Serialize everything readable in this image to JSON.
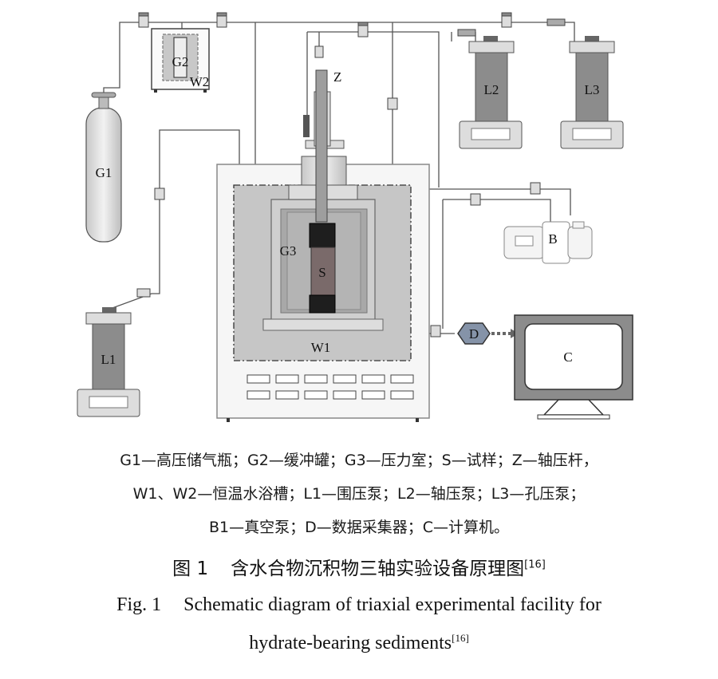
{
  "labels": {
    "G1": "G1",
    "G2": "G2",
    "W2": "W2",
    "Z": "Z",
    "L1": "L1",
    "L2": "L2",
    "L3": "L3",
    "G3": "G3",
    "S": "S",
    "W1": "W1",
    "B": "B",
    "D": "D",
    "C": "C"
  },
  "legend": [
    "G1—高压储气瓶；G2—缓冲罐；G3—压力室；S—试样；Z—轴压杆，",
    "W1、W2—恒温水浴槽；L1—围压泵；L2—轴压泵；L3—孔压泵；",
    "B1—真空泵；D—数据采集器；C—计算机。"
  ],
  "caption_cn": {
    "number": "图 1",
    "text": "含水合物沉积物三轴实验设备原理图",
    "ref": "[16]"
  },
  "caption_en": {
    "number": "Fig. 1",
    "line1": "Schematic diagram of triaxial experimental facility for",
    "line2": "hydrate-bearing sediments",
    "ref": "[16]"
  },
  "colors": {
    "device_fill": "#8c8c8c",
    "chamber_fill": "#bdbdbd",
    "bath_fill": "#d0d0d0",
    "line": "#333333"
  }
}
